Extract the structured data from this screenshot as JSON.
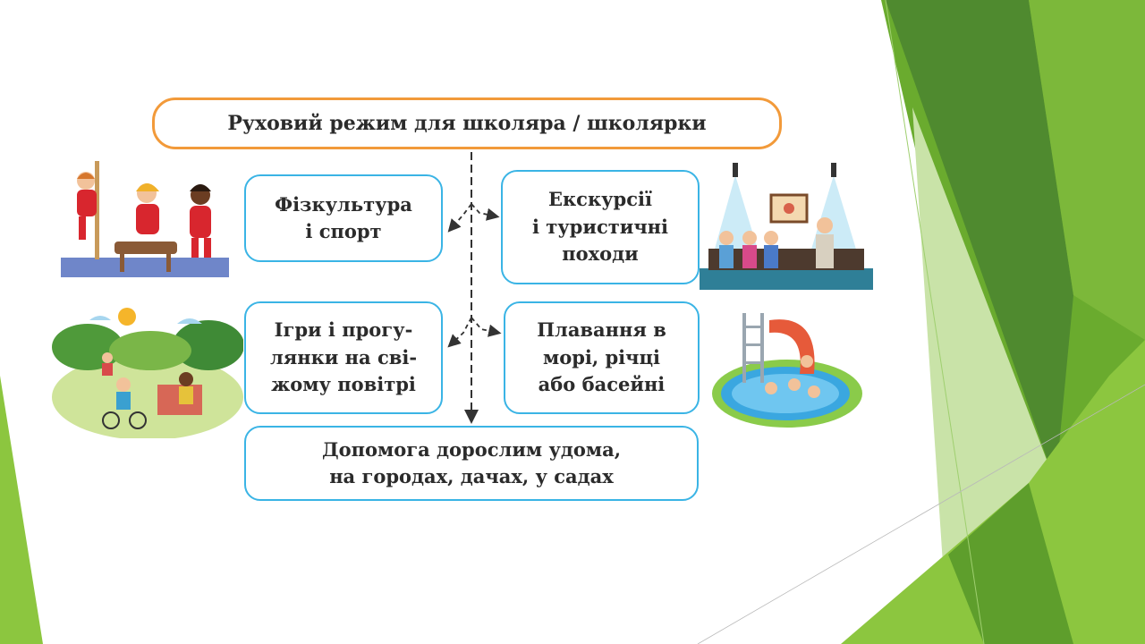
{
  "diagram": {
    "title": "Руховий режим для школяра / школярки",
    "nodes": [
      {
        "id": "sport",
        "label": "Фізкультура\nі спорт"
      },
      {
        "id": "excursions",
        "label": "Екскурсії\nі туристичні\nпоходи"
      },
      {
        "id": "games",
        "label": "Ігри і прогу-\nлянки на сві-\nжому повітрі"
      },
      {
        "id": "swim",
        "label": "Плавання в\nморі, річці\nабо басейні"
      },
      {
        "id": "help",
        "label": "Допомога дорослим удома,\nна городах, дачах, у садах"
      }
    ],
    "edges": [
      {
        "from": "title",
        "to": "sport"
      },
      {
        "from": "title",
        "to": "excursions"
      },
      {
        "from": "title",
        "to": "games"
      },
      {
        "from": "title",
        "to": "swim"
      },
      {
        "from": "title",
        "to": "help"
      }
    ]
  },
  "illustrations": [
    {
      "name": "gymnastics-kids-illustration"
    },
    {
      "name": "museum-excursion-illustration"
    },
    {
      "name": "park-games-illustration"
    },
    {
      "name": "pool-slide-illustration"
    }
  ],
  "theme": {
    "title_border": "#f29a3a",
    "box_border": "#3ab4e5",
    "green_dark": "#4f8a2f",
    "green_mid": "#6aab2e",
    "green_light": "#8cc63f"
  }
}
